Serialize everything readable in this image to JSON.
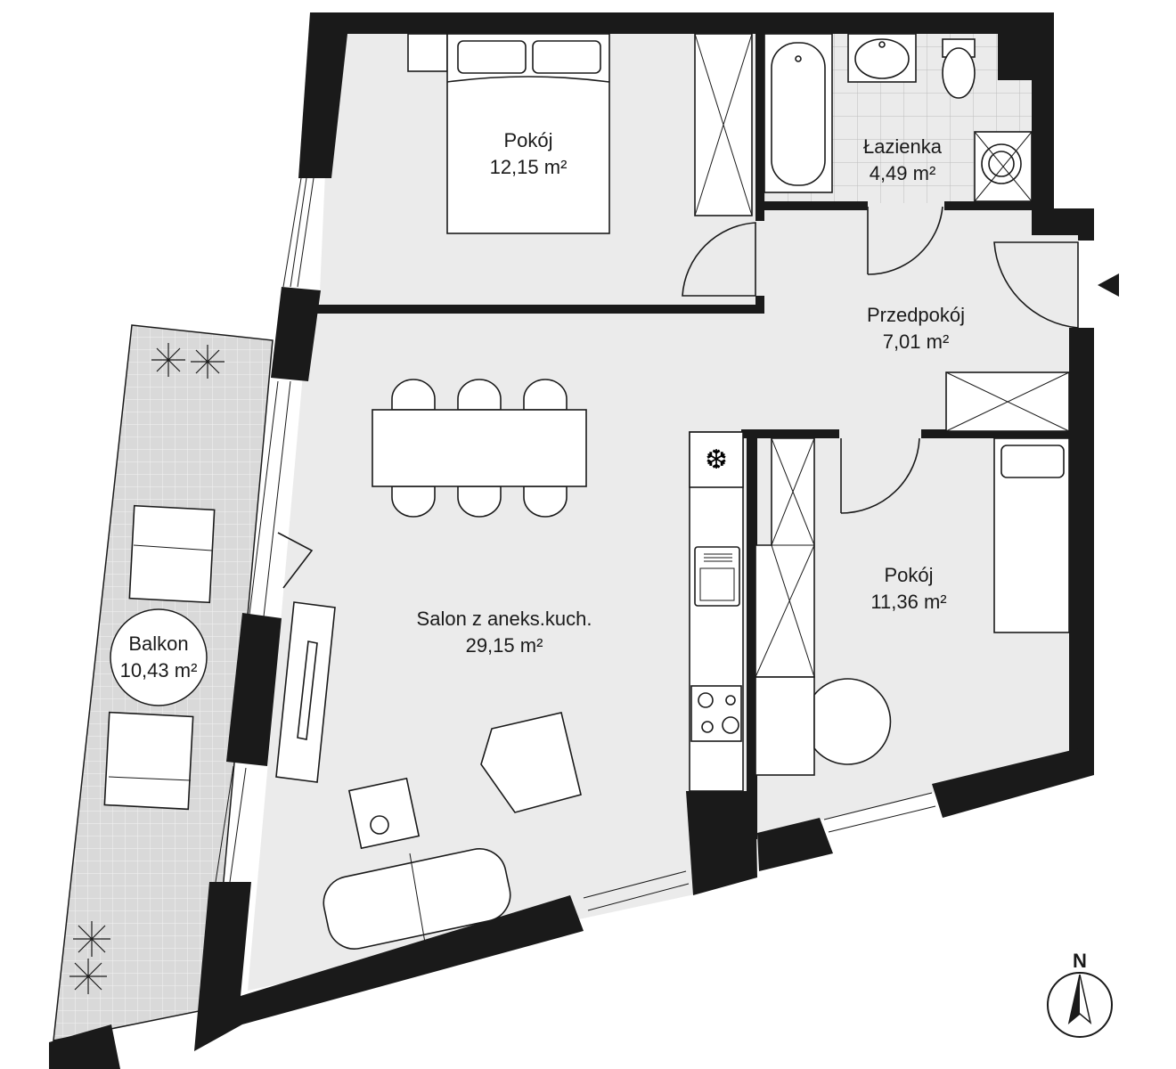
{
  "rooms": [
    {
      "name": "Pokój",
      "area": "12,15 m²"
    },
    {
      "name": "Łazienka",
      "area": "4,49 m²"
    },
    {
      "name": "Przedpokój",
      "area": "7,01 m²"
    },
    {
      "name": "Salon z aneks.kuch.",
      "area": "29,15 m²"
    },
    {
      "name": "Pokój",
      "area": "11,36 m²"
    },
    {
      "name": "Balkon",
      "area": "10,43 m²"
    }
  ],
  "compass": {
    "label": "N"
  },
  "colors": {
    "floor": "#ebebeb",
    "wall": "#1a1a1a",
    "balcony": "#d9d9d9"
  }
}
